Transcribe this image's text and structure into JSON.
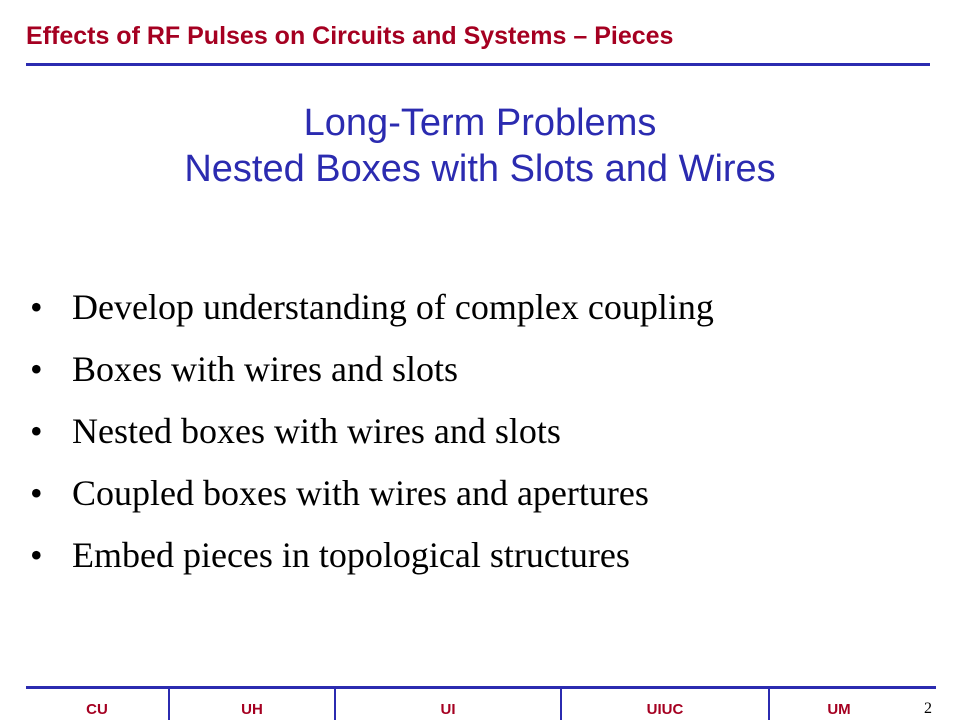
{
  "header": {
    "title": "Effects of RF Pulses on Circuits and Systems – Pieces"
  },
  "slide": {
    "title_line1": "Long-Term Problems",
    "title_line2": "Nested Boxes with Slots and Wires",
    "bullet_glyph": "•",
    "bullets": [
      "Develop understanding of complex coupling",
      "Boxes with wires and slots",
      "Nested boxes with wires and slots",
      "Coupled boxes with wires and apertures",
      "Embed pieces in topological structures"
    ]
  },
  "footer": {
    "institutions": [
      "CU",
      "UH",
      "UI",
      "UIUC",
      "UM"
    ],
    "page_number": "2"
  },
  "colors": {
    "header_text": "#a50021",
    "title_text": "#2b2bb0",
    "rule": "#2b2bb0"
  }
}
